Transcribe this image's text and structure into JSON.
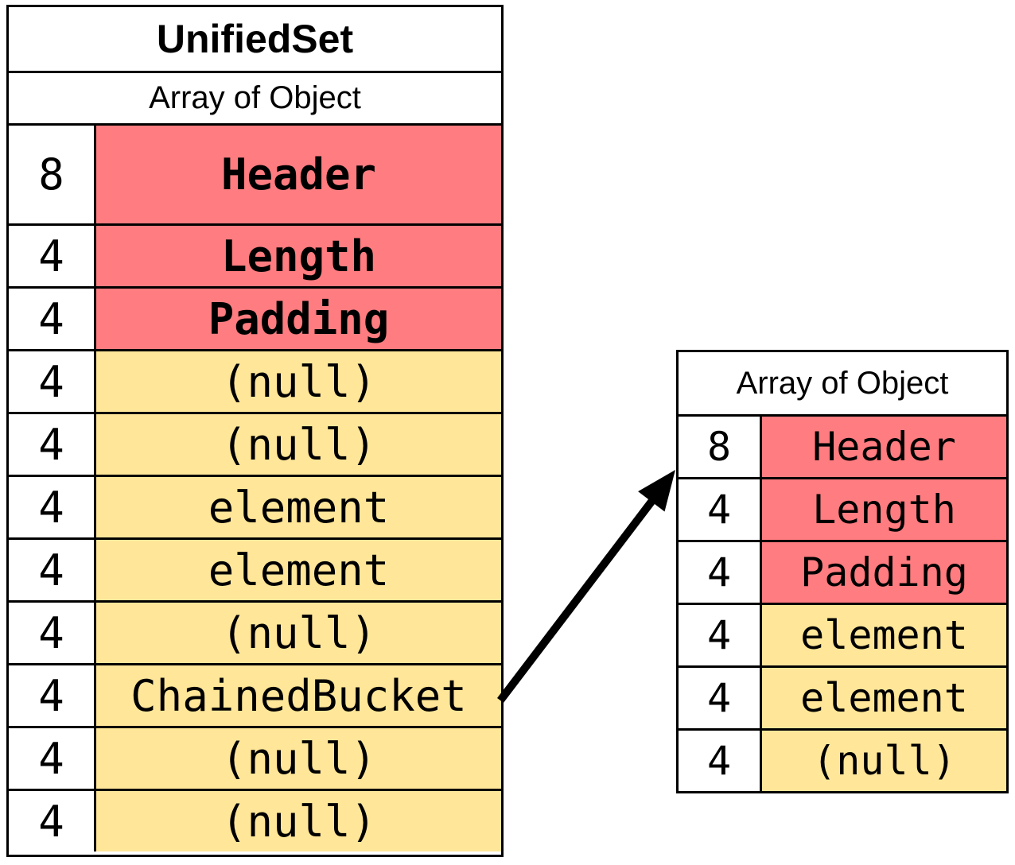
{
  "colors": {
    "red": "#FF7C80",
    "yellow": "#FFE699",
    "border": "#000000",
    "arrow": "#000000"
  },
  "left_table": {
    "title": "UnifiedSet",
    "subtitle": "Array of Object",
    "rows": [
      {
        "size": "8",
        "label": "Header",
        "color": "red"
      },
      {
        "size": "4",
        "label": "Length",
        "color": "red"
      },
      {
        "size": "4",
        "label": "Padding",
        "color": "red"
      },
      {
        "size": "4",
        "label": "(null)",
        "color": "yellow"
      },
      {
        "size": "4",
        "label": "(null)",
        "color": "yellow"
      },
      {
        "size": "4",
        "label": "element",
        "color": "yellow"
      },
      {
        "size": "4",
        "label": "element",
        "color": "yellow"
      },
      {
        "size": "4",
        "label": "(null)",
        "color": "yellow"
      },
      {
        "size": "4",
        "label": "ChainedBucket",
        "color": "yellow"
      },
      {
        "size": "4",
        "label": "(null)",
        "color": "yellow"
      },
      {
        "size": "4",
        "label": "(null)",
        "color": "yellow"
      }
    ]
  },
  "right_table": {
    "subtitle": "Array of Object",
    "rows": [
      {
        "size": "8",
        "label": "Header",
        "color": "red"
      },
      {
        "size": "4",
        "label": "Length",
        "color": "red"
      },
      {
        "size": "4",
        "label": "Padding",
        "color": "red"
      },
      {
        "size": "4",
        "label": "element",
        "color": "yellow"
      },
      {
        "size": "4",
        "label": "element",
        "color": "yellow"
      },
      {
        "size": "4",
        "label": "(null)",
        "color": "yellow"
      }
    ]
  },
  "arrow": {
    "from_label": "ChainedBucket",
    "to_table": "Array of Object"
  }
}
